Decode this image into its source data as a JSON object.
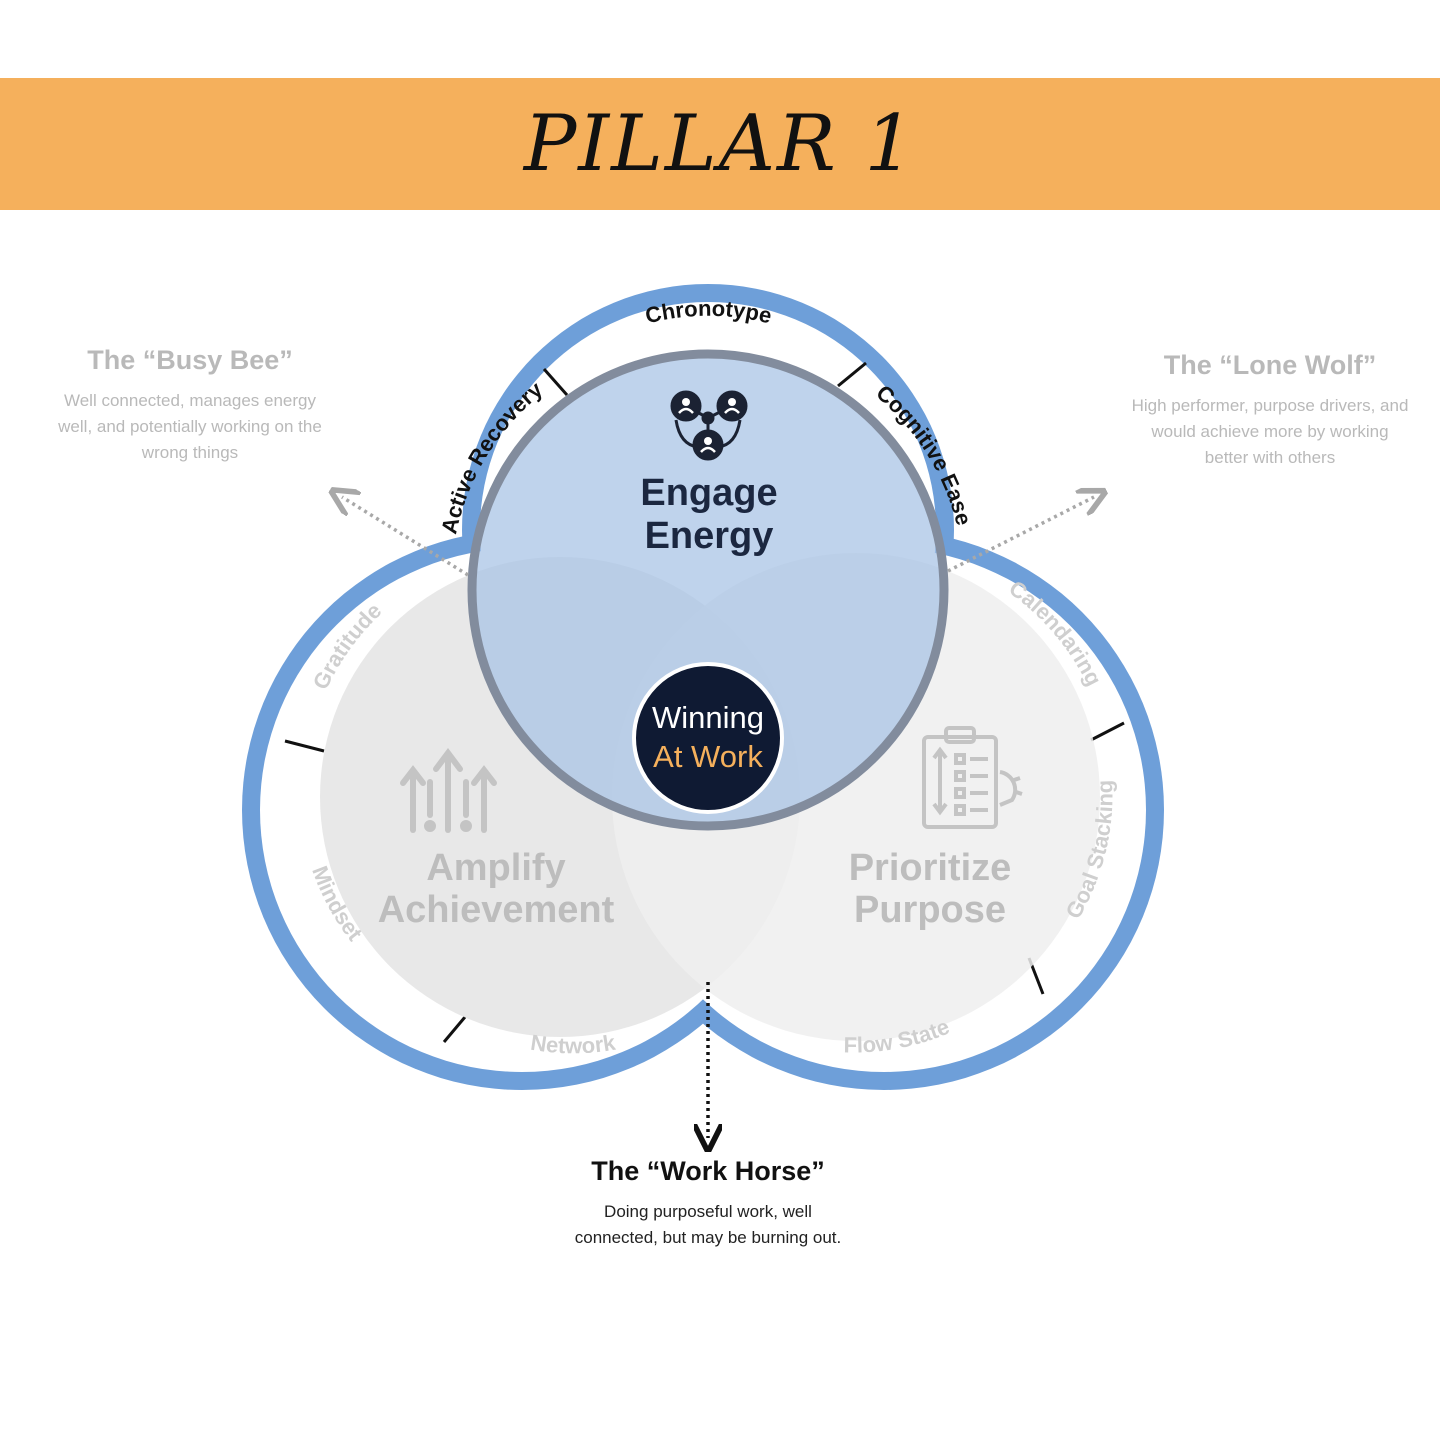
{
  "banner": {
    "title": "PILLAR 1",
    "color": "#f5b05c"
  },
  "center": {
    "line1": "Winning",
    "line2": "At Work"
  },
  "pillars": {
    "engage": {
      "line1": "Engage",
      "line2": "Energy",
      "icon": "people-network-icon",
      "color": "#b7cfeb"
    },
    "amplify": {
      "line1": "Amplify",
      "line2": "Achievement",
      "icon": "arrows-up-icon"
    },
    "prioritize": {
      "line1": "Prioritize",
      "line2": "Purpose",
      "icon": "clipboard-gear-icon"
    }
  },
  "ring_labels": {
    "active_recovery": "Active Recovery",
    "chronotype": "Chronotype",
    "cognitive_ease": "Cognitive Ease",
    "gratitude": "Gratitude",
    "mindset": "Mindset",
    "network": "Network",
    "calendaring": "Calendaring",
    "goal_stacking": "Goal Stacking",
    "flow_state": "Flow State"
  },
  "captions": {
    "busy_bee": {
      "title": "The “Busy Bee”",
      "desc1": "Well connected, manages energy",
      "desc2": "well, and potentially working on the",
      "desc3": "wrong things"
    },
    "lone_wolf": {
      "title": "The “Lone Wolf”",
      "desc1": "High performer, purpose drivers, and",
      "desc2": "would achieve more by working",
      "desc3": "better with others"
    },
    "work_horse": {
      "title": "The “Work Horse”",
      "desc1": "Doing purposeful work, well",
      "desc2": "connected, but may be burning out."
    }
  },
  "colors": {
    "outer_ring": "#6e9fd9",
    "active_circle": "#b7cfeb",
    "center_dot": "#0f1a33",
    "center_accent": "#f5b05c",
    "faded": "#bdbdbd"
  }
}
